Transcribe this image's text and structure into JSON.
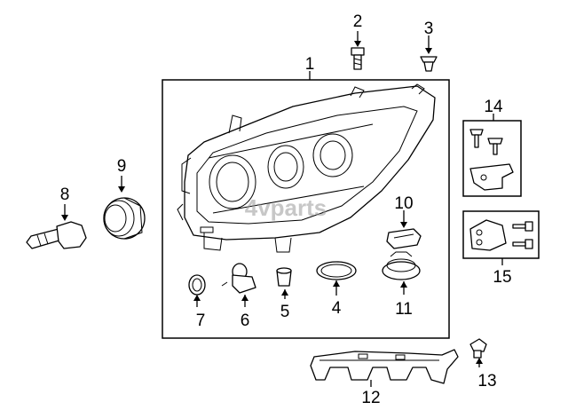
{
  "diagram": {
    "watermark": "4vparts",
    "callouts": [
      {
        "id": "1",
        "label": "1"
      },
      {
        "id": "2",
        "label": "2"
      },
      {
        "id": "3",
        "label": "3"
      },
      {
        "id": "4",
        "label": "4"
      },
      {
        "id": "5",
        "label": "5"
      },
      {
        "id": "6",
        "label": "6"
      },
      {
        "id": "7",
        "label": "7"
      },
      {
        "id": "8",
        "label": "8"
      },
      {
        "id": "9",
        "label": "9"
      },
      {
        "id": "10",
        "label": "10"
      },
      {
        "id": "11",
        "label": "11"
      },
      {
        "id": "12",
        "label": "12"
      },
      {
        "id": "13",
        "label": "13"
      },
      {
        "id": "14",
        "label": "14"
      },
      {
        "id": "15",
        "label": "15"
      }
    ],
    "colors": {
      "line": "#000000",
      "background": "#ffffff",
      "watermark": "#9a9a9a"
    }
  }
}
